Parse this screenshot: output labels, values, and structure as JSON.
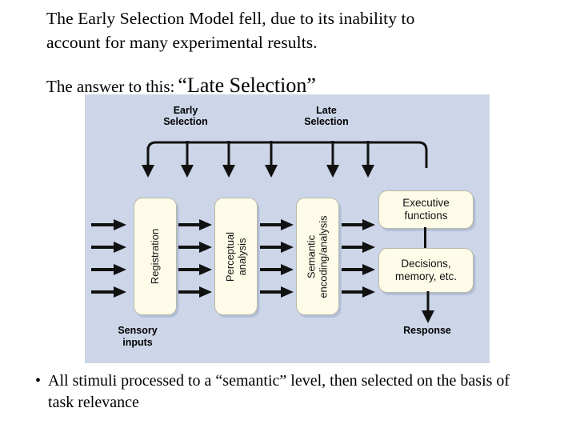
{
  "slide": {
    "heading_lines": [
      "The Early Selection Model fell, due to its inability to",
      "account for many experimental results."
    ],
    "subheading_lead": "The answer to this:",
    "subheading_quoted": "“Late Selection”",
    "bullet_marker": "•",
    "bullet_text": "All stimuli processed to a “semantic” level, then selected on the basis of task relevance"
  },
  "figure": {
    "background_color": "#ccd6e8",
    "box_fill_color": "#fefce8",
    "stroke_color": "#111111",
    "section_labels": [
      {
        "id": "early",
        "text": "Early\nSelection"
      },
      {
        "id": "late",
        "text": "Late\nSelection"
      }
    ],
    "process_boxes": [
      {
        "id": "registration",
        "text": "Registration",
        "orientation": "vertical"
      },
      {
        "id": "perceptual",
        "text": "Perceptual\nanalysis",
        "orientation": "vertical"
      },
      {
        "id": "semantic",
        "text": "Semantic\nencoding/analysis",
        "orientation": "vertical"
      }
    ],
    "output_boxes": [
      {
        "id": "executive",
        "text": "Executive\nfunctions",
        "orientation": "horizontal"
      },
      {
        "id": "decisions",
        "text": "Decisions,\nmemory, etc.",
        "orientation": "horizontal"
      }
    ],
    "bottom_labels": [
      {
        "id": "sensory",
        "text": "Sensory\ninputs"
      },
      {
        "id": "response",
        "text": "Response"
      }
    ],
    "attention_arrow_count": 6,
    "stream_count": 4,
    "stream_group_count": 4
  }
}
